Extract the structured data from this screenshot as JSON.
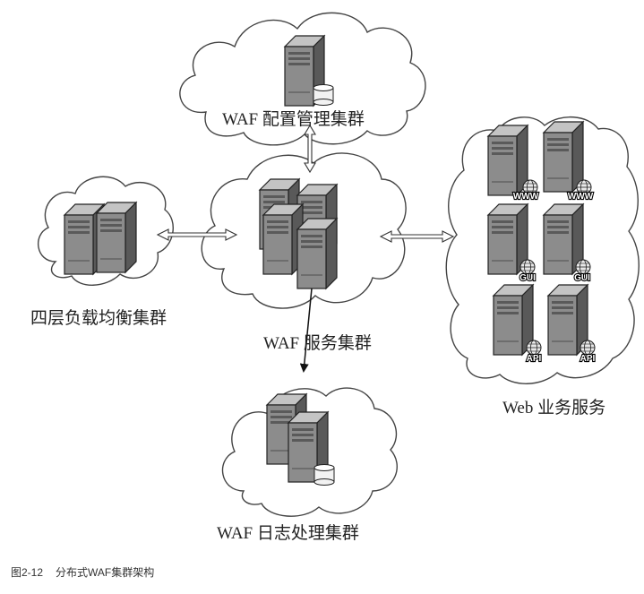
{
  "nodes": {
    "config_cluster": {
      "label": "WAF 配置管理集群"
    },
    "lb_cluster": {
      "label": "四层负载均衡集群"
    },
    "service_cluster": {
      "label": "WAF 服务集群"
    },
    "web_services": {
      "label": "Web 业务服务",
      "badges": [
        "WWW",
        "WWW",
        "GUI",
        "GUI",
        "API",
        "API"
      ]
    },
    "log_cluster": {
      "label": "WAF 日志处理集群"
    }
  },
  "caption": {
    "figure_number": "图2-12",
    "title": "分布式WAF集群架构"
  },
  "colors": {
    "server_front": "#8c8c8c",
    "server_side": "#595959",
    "server_top": "#c4c4c4",
    "cloud_stroke": "#444444",
    "arrow": "#333333"
  }
}
